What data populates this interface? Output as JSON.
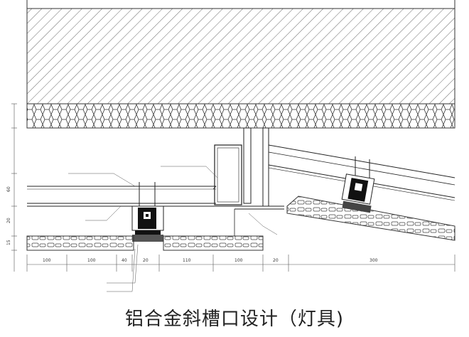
{
  "caption": "铝合金斜槽口设计（灯具)",
  "bottom_dimensions": [
    "100",
    "100",
    "40",
    "20",
    "110",
    "100",
    "20",
    "300"
  ],
  "left_dimensions": [
    "60",
    "20",
    "15"
  ]
}
